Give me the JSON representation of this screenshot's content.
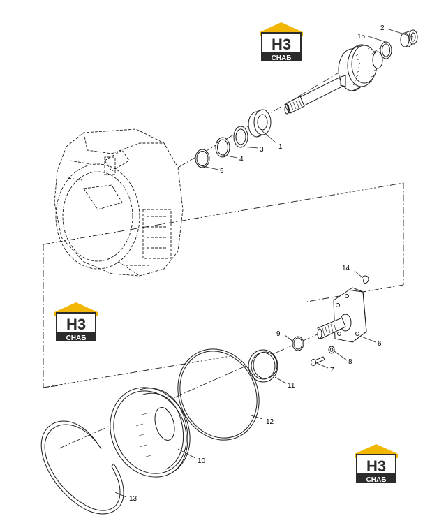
{
  "logo": {
    "monogram": "H3",
    "wordmark": "СНАБ",
    "colors": {
      "gold": "#f2b705",
      "dark": "#2b2b2b",
      "white": "#ffffff"
    },
    "instances": [
      "logo-top",
      "logo-left",
      "logo-bottom-right"
    ]
  },
  "callouts": [
    {
      "id": "1",
      "label": "1"
    },
    {
      "id": "2",
      "label": "2"
    },
    {
      "id": "3",
      "label": "3"
    },
    {
      "id": "4",
      "label": "4"
    },
    {
      "id": "5",
      "label": "5"
    },
    {
      "id": "6",
      "label": "6"
    },
    {
      "id": "7",
      "label": "7"
    },
    {
      "id": "8",
      "label": "8"
    },
    {
      "id": "9",
      "label": "9"
    },
    {
      "id": "10",
      "label": "10"
    },
    {
      "id": "11",
      "label": "11"
    },
    {
      "id": "12",
      "label": "12"
    },
    {
      "id": "13",
      "label": "13"
    },
    {
      "id": "14",
      "label": "14"
    },
    {
      "id": "15",
      "label": "15"
    }
  ],
  "line_color": "#1a1a1a"
}
